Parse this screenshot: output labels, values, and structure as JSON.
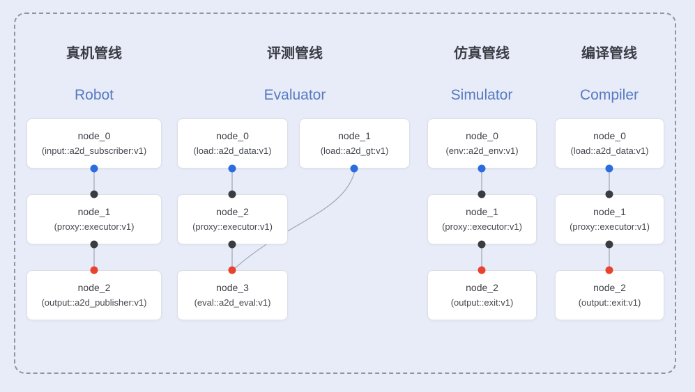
{
  "pipelines": [
    {
      "title_zh": "真机管线",
      "title_en": "Robot",
      "nodes": [
        {
          "name": "node_0",
          "detail": "(input::a2d_subscriber:v1)"
        },
        {
          "name": "node_1",
          "detail": "(proxy::executor:v1)"
        },
        {
          "name": "node_2",
          "detail": "(output::a2d_publisher:v1)"
        }
      ],
      "edges": [
        {
          "from": "node_0",
          "to": "node_1"
        },
        {
          "from": "node_1",
          "to": "node_2"
        }
      ]
    },
    {
      "title_zh": "评测管线",
      "title_en": "Evaluator",
      "nodes": [
        {
          "name": "node_0",
          "detail": "(load::a2d_data:v1)"
        },
        {
          "name": "node_1",
          "detail": "(load::a2d_gt:v1)"
        },
        {
          "name": "node_2",
          "detail": "(proxy::executor:v1)"
        },
        {
          "name": "node_3",
          "detail": "(eval::a2d_eval:v1)"
        }
      ],
      "edges": [
        {
          "from": "node_0",
          "to": "node_2"
        },
        {
          "from": "node_2",
          "to": "node_3"
        },
        {
          "from": "node_1",
          "to": "node_3"
        }
      ]
    },
    {
      "title_zh": "仿真管线",
      "title_en": "Simulator",
      "nodes": [
        {
          "name": "node_0",
          "detail": "(env::a2d_env:v1)"
        },
        {
          "name": "node_1",
          "detail": "(proxy::executor:v1)"
        },
        {
          "name": "node_2",
          "detail": "(output::exit:v1)"
        }
      ],
      "edges": [
        {
          "from": "node_0",
          "to": "node_1"
        },
        {
          "from": "node_1",
          "to": "node_2"
        }
      ]
    },
    {
      "title_zh": "编译管线",
      "title_en": "Compiler",
      "nodes": [
        {
          "name": "node_0",
          "detail": "(load::a2d_data:v1)"
        },
        {
          "name": "node_1",
          "detail": "(proxy::executor:v1)"
        },
        {
          "name": "node_2",
          "detail": "(output::exit:v1)"
        }
      ],
      "edges": [
        {
          "from": "node_0",
          "to": "node_1"
        },
        {
          "from": "node_1",
          "to": "node_2"
        }
      ]
    }
  ],
  "colors": {
    "background": "#e8ecf8",
    "frame_border": "#8d94a2",
    "node_background": "#ffffff",
    "node_border": "#dcdfe6",
    "port_blue": "#2b6cdf",
    "port_black": "#3a3d40",
    "port_red": "#e8432e",
    "edge": "#a3aabb",
    "title_zh_color": "#3a3d44",
    "title_en_color": "#5679c1"
  }
}
